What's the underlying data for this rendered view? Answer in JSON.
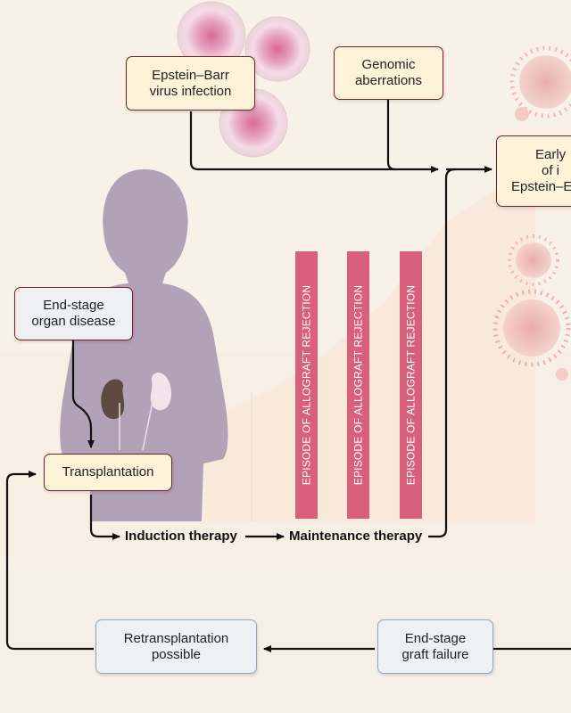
{
  "boxes": {
    "ebv": {
      "line1": "Epstein–Barr",
      "line2": "virus infection"
    },
    "genomic": {
      "line1": "Genomic",
      "line2": "aberrations"
    },
    "early": {
      "line1": "Early",
      "line2": "of i",
      "line3": "Epstein–E"
    },
    "endstage_organ": {
      "line1": "End-stage",
      "line2": "organ disease"
    },
    "transplantation": {
      "text": "Transplantation"
    },
    "retransplantation": {
      "line1": "Retransplantation",
      "line2": "possible"
    },
    "graft_failure": {
      "line1": "End-stage",
      "line2": "graft failure"
    }
  },
  "labels": {
    "induction": "Induction therapy",
    "maintenance": "Maintenance therapy"
  },
  "bars": [
    {
      "text": "EPISODE OF ALLOGRAFT REJECTION"
    },
    {
      "text": "EPISODE OF ALLOGRAFT REJECTION"
    },
    {
      "text": "EPISODE OF ALLOGRAFT REJECTION"
    }
  ],
  "colors": {
    "background": "#f8f1e8",
    "silhouette": "#ab9bb3",
    "rejection_bar": "#d9607a",
    "box_border": "#7b1c2a",
    "arrow": "#111111"
  }
}
